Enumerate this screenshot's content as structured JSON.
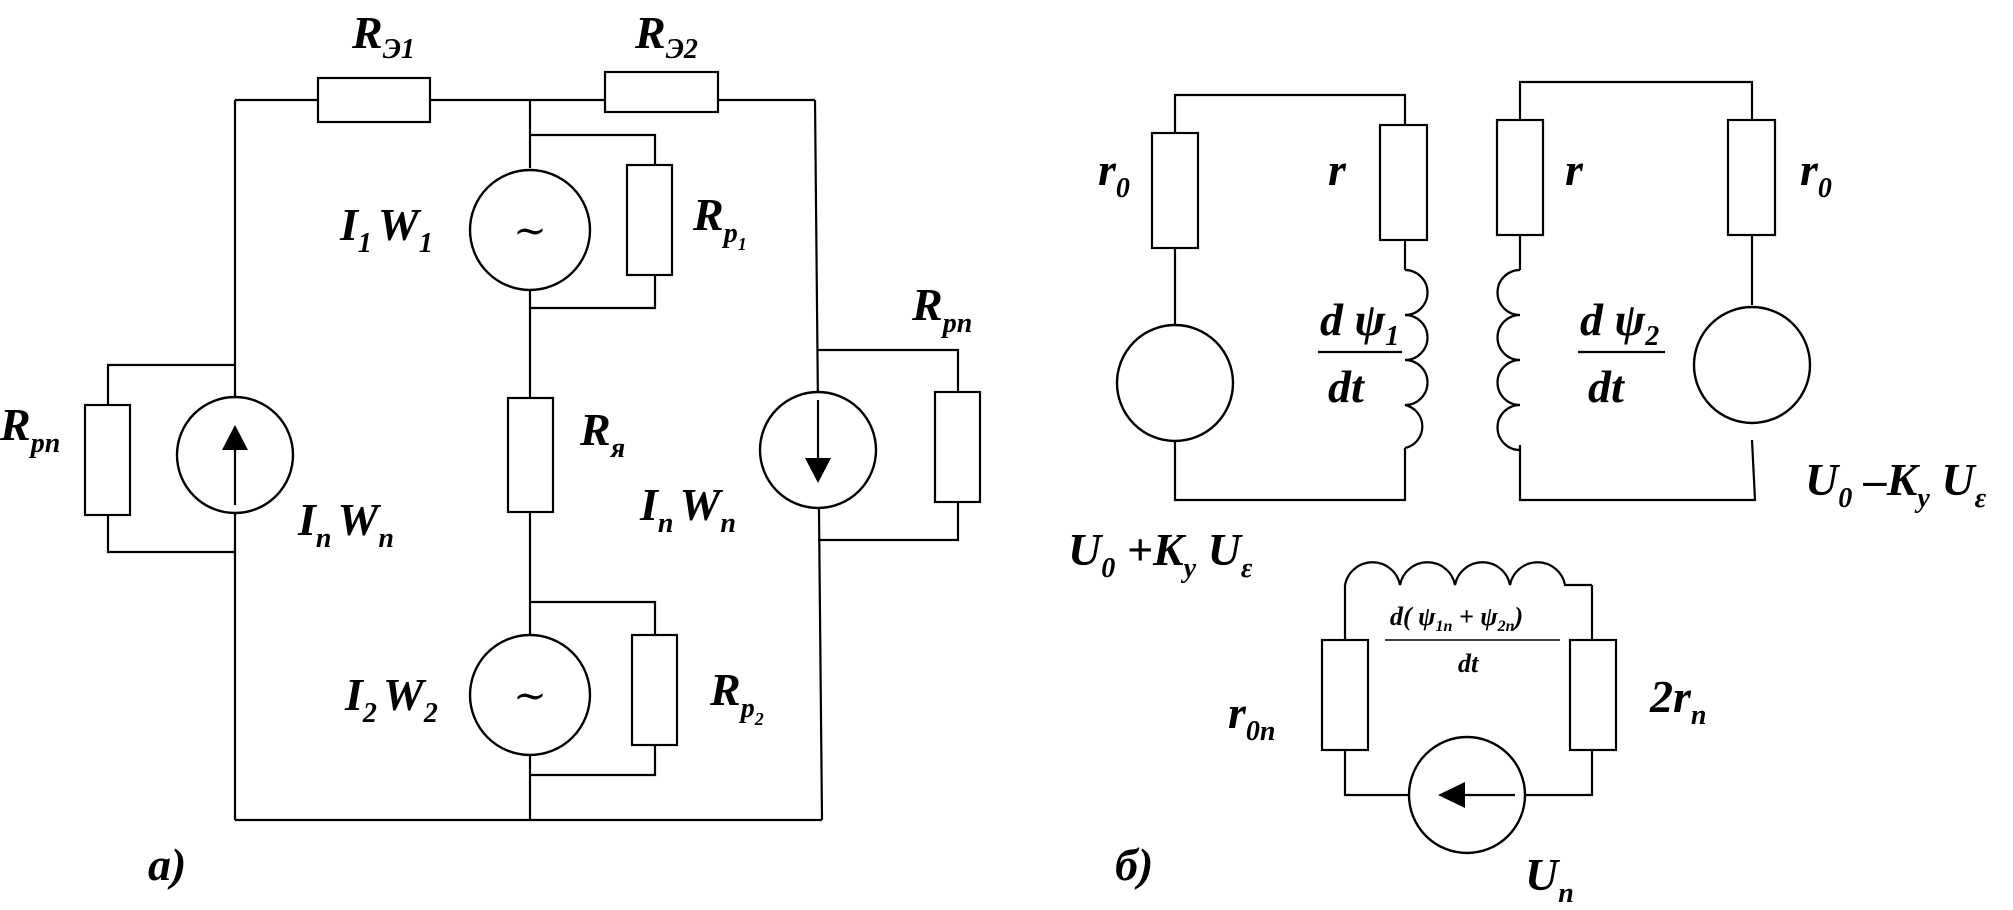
{
  "diagram_a": {
    "caption": "а)",
    "labels": {
      "r_e1_main": "R",
      "r_e1_sub": "Э1",
      "r_e2_main": "R",
      "r_e2_sub": "Э2",
      "i1w1": "I",
      "i1w1_sub1": "1",
      "i1w1_w": "W",
      "i1w1_sub2": "1",
      "rp1_main": "R",
      "rp1_sub": "p",
      "rp1_sub2": "1",
      "rpn_left_main": "R",
      "rpn_left_sub": "pn",
      "rpn_right_main": "R",
      "rpn_right_sub": "pn",
      "ry_main": "R",
      "ry_sub": "я",
      "inwn_left": "I",
      "inwn_left_sub1": "n",
      "inwn_left_w": "W",
      "inwn_left_sub2": "n",
      "inwn_right": "I",
      "inwn_right_sub1": "n",
      "inwn_right_w": "W",
      "inwn_right_sub2": "n",
      "i2w2": "I",
      "i2w2_sub1": "2",
      "i2w2_w": "W",
      "i2w2_sub2": "2",
      "rp2_main": "R",
      "rp2_sub": "p",
      "rp2_sub2": "2"
    },
    "source_glyph": "~"
  },
  "diagram_b": {
    "caption": "б)",
    "labels": {
      "r0_left_main": "r",
      "r0_left_sub": "0",
      "r_left": "r",
      "r_right": "r",
      "r0_right_main": "r",
      "r0_right_sub": "0",
      "dpsi1_num": "d ψ",
      "dpsi1_sub": "1",
      "dpsi1_den": "dt",
      "dpsi2_num": "d ψ",
      "dpsi2_sub": "2",
      "dpsi2_den": "dt",
      "u_plus_main": "U",
      "u_plus_sub0": "0",
      "u_plus_k": " +K",
      "u_plus_suby": "y",
      "u_plus_u": " U",
      "u_plus_sube": "ε",
      "u_minus_main": "U",
      "u_minus_sub0": "0",
      "u_minus_k": " –K",
      "u_minus_suby": "y",
      "u_minus_u": " U",
      "u_minus_sube": "ε",
      "dsum_num": "d( ψ",
      "dsum_sub1": "1n",
      "dsum_plus": " + ψ",
      "dsum_sub2": "2n",
      "dsum_close": ")",
      "dsum_den": "dt",
      "r0n_main": "r",
      "r0n_sub": "0n",
      "r2n_main": "2r",
      "r2n_sub": "n",
      "un_main": "U",
      "un_sub": "n"
    }
  }
}
